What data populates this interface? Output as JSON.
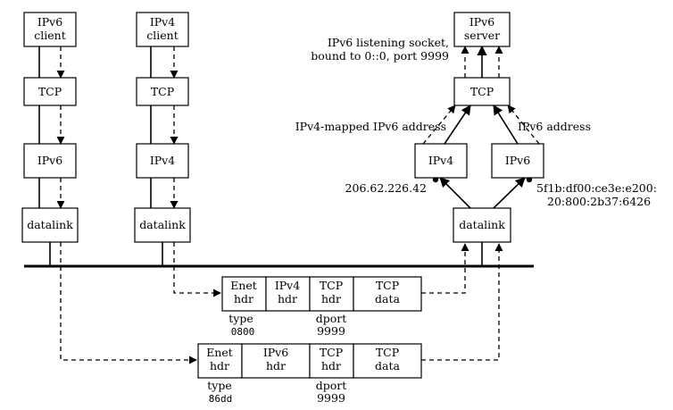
{
  "nodes": {
    "ipv6_client": [
      "IPv6",
      "client"
    ],
    "ipv4_client": [
      "IPv4",
      "client"
    ],
    "ipv6_server": [
      "IPv6",
      "server"
    ],
    "tcp": "TCP",
    "ipv6": "IPv6",
    "ipv4": "IPv4",
    "datalink": "datalink"
  },
  "annotations": {
    "listening_socket": [
      "IPv6 listening socket,",
      "bound to 0::0, port 9999"
    ],
    "ipv4_mapped": "IPv4-mapped IPv6 address",
    "ipv6_address": "IPv6 address",
    "ipv4_addr_value": "206.62.226.42",
    "ipv6_addr_value": [
      "5f1b:df00:ce3e:e200:",
      "20:800:2b37:6426"
    ]
  },
  "frames": {
    "ipv4_frame": {
      "cells": [
        [
          "Enet",
          "hdr"
        ],
        [
          "IPv4",
          "hdr"
        ],
        [
          "TCP",
          "hdr"
        ],
        [
          "TCP",
          "data"
        ]
      ],
      "type_label": "type",
      "type_value": "0800",
      "dport_label": "dport",
      "dport_value": "9999"
    },
    "ipv6_frame": {
      "cells": [
        [
          "Enet",
          "hdr"
        ],
        [
          "IPv6",
          "hdr"
        ],
        [
          "TCP",
          "hdr"
        ],
        [
          "TCP",
          "data"
        ]
      ],
      "type_label": "type",
      "type_value": "86dd",
      "dport_label": "dport",
      "dport_value": "9999"
    }
  }
}
